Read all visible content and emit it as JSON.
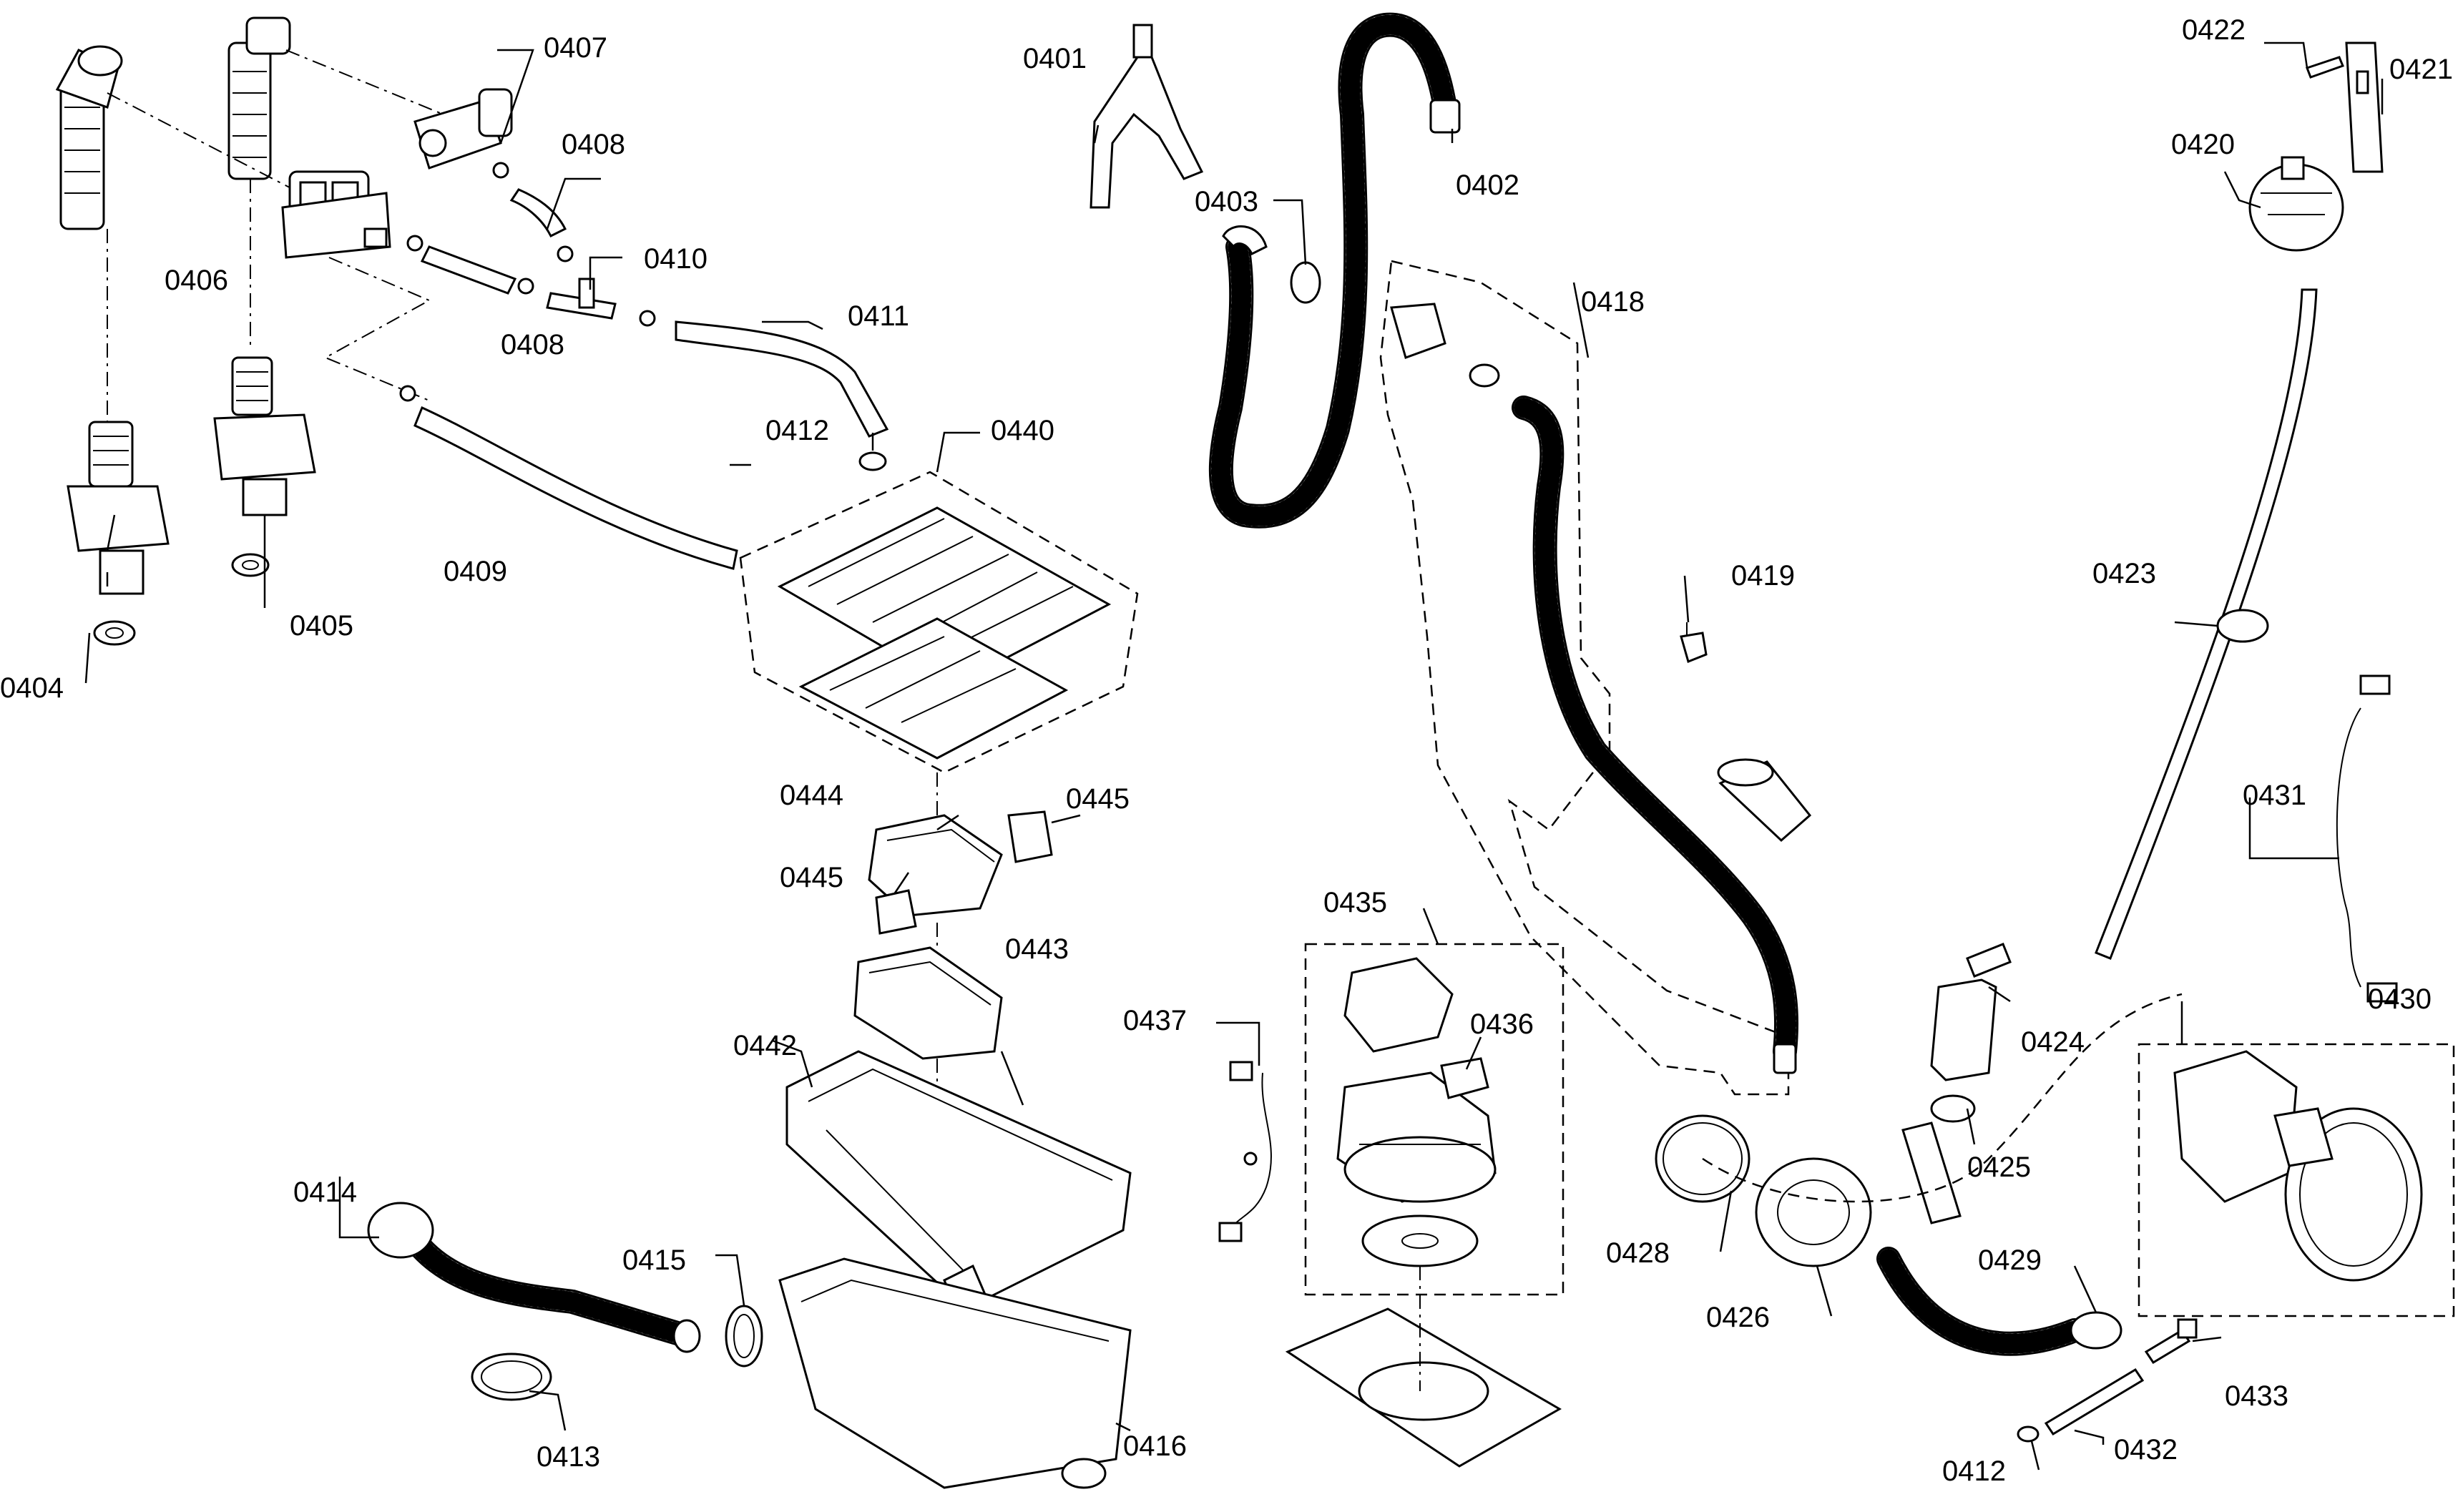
{
  "callouts": {
    "p0401": "0401",
    "p0402": "0402",
    "p0403": "0403",
    "p0404": "0404",
    "p0405": "0405",
    "p0406": "0406",
    "p0407": "0407",
    "p0408a": "0408",
    "p0408b": "0408",
    "p0409": "0409",
    "p0410": "0410",
    "p0411": "0411",
    "p0412a": "0412",
    "p0412b": "0412",
    "p0413": "0413",
    "p0414": "0414",
    "p0415": "0415",
    "p0416": "0416",
    "p0418": "0418",
    "p0419": "0419",
    "p0420": "0420",
    "p0421": "0421",
    "p0422": "0422",
    "p0423": "0423",
    "p0424": "0424",
    "p0425": "0425",
    "p0426": "0426",
    "p0428": "0428",
    "p0429": "0429",
    "p0430": "0430",
    "p0431": "0431",
    "p0432": "0432",
    "p0433": "0433",
    "p0435": "0435",
    "p0436": "0436",
    "p0437": "0437",
    "p0440": "0440",
    "p0442": "0442",
    "p0443": "0443",
    "p0444": "0444",
    "p0445a": "0445",
    "p0445b": "0445"
  }
}
